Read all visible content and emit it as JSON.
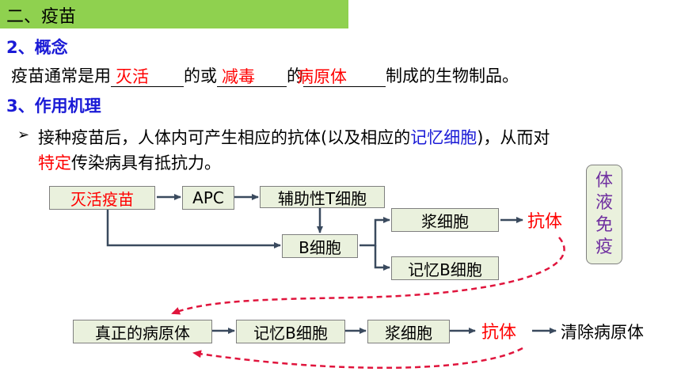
{
  "header": {
    "title": "二、疫苗"
  },
  "concept": {
    "heading": "2、概念",
    "prefix": "疫苗通常是用",
    "blank1": "灭活",
    "mid1": "的或",
    "blank2": "减毒",
    "mid2": "的",
    "blank3": "病原体",
    "suffix": "制成的生物制品。"
  },
  "mechanism": {
    "heading": "3、作用机理",
    "bullet_glyph": "➢",
    "sentence_a": "接种疫苗后，人体内可产生相应的抗体(以及相应的",
    "sentence_memory": "记忆细胞",
    "sentence_b": ")，从而对",
    "sentence_specific": "特定",
    "sentence_c": "传染病具有抵抗力。"
  },
  "flow1": {
    "vaccine": "灭活疫苗",
    "apc": "APC",
    "helper_t": "辅助性T细胞",
    "b_cell": "B细胞",
    "plasma": "浆细胞",
    "memory_b": "记忆B细胞",
    "antibody": "抗体"
  },
  "side_label": [
    "体",
    "液",
    "免",
    "疫"
  ],
  "flow2": {
    "pathogen": "真正的病原体",
    "memory_b": "记忆B细胞",
    "plasma": "浆细胞",
    "antibody": "抗体",
    "result": "清除病原体"
  },
  "colors": {
    "header": "#8fd14f",
    "box_fill": "#eaf1dd",
    "highlight": "#ff0000",
    "heading": "#1a1ad6",
    "side_label": "#7030a0",
    "arrow": "#3a4a5e",
    "dashed": "#e0143c"
  }
}
